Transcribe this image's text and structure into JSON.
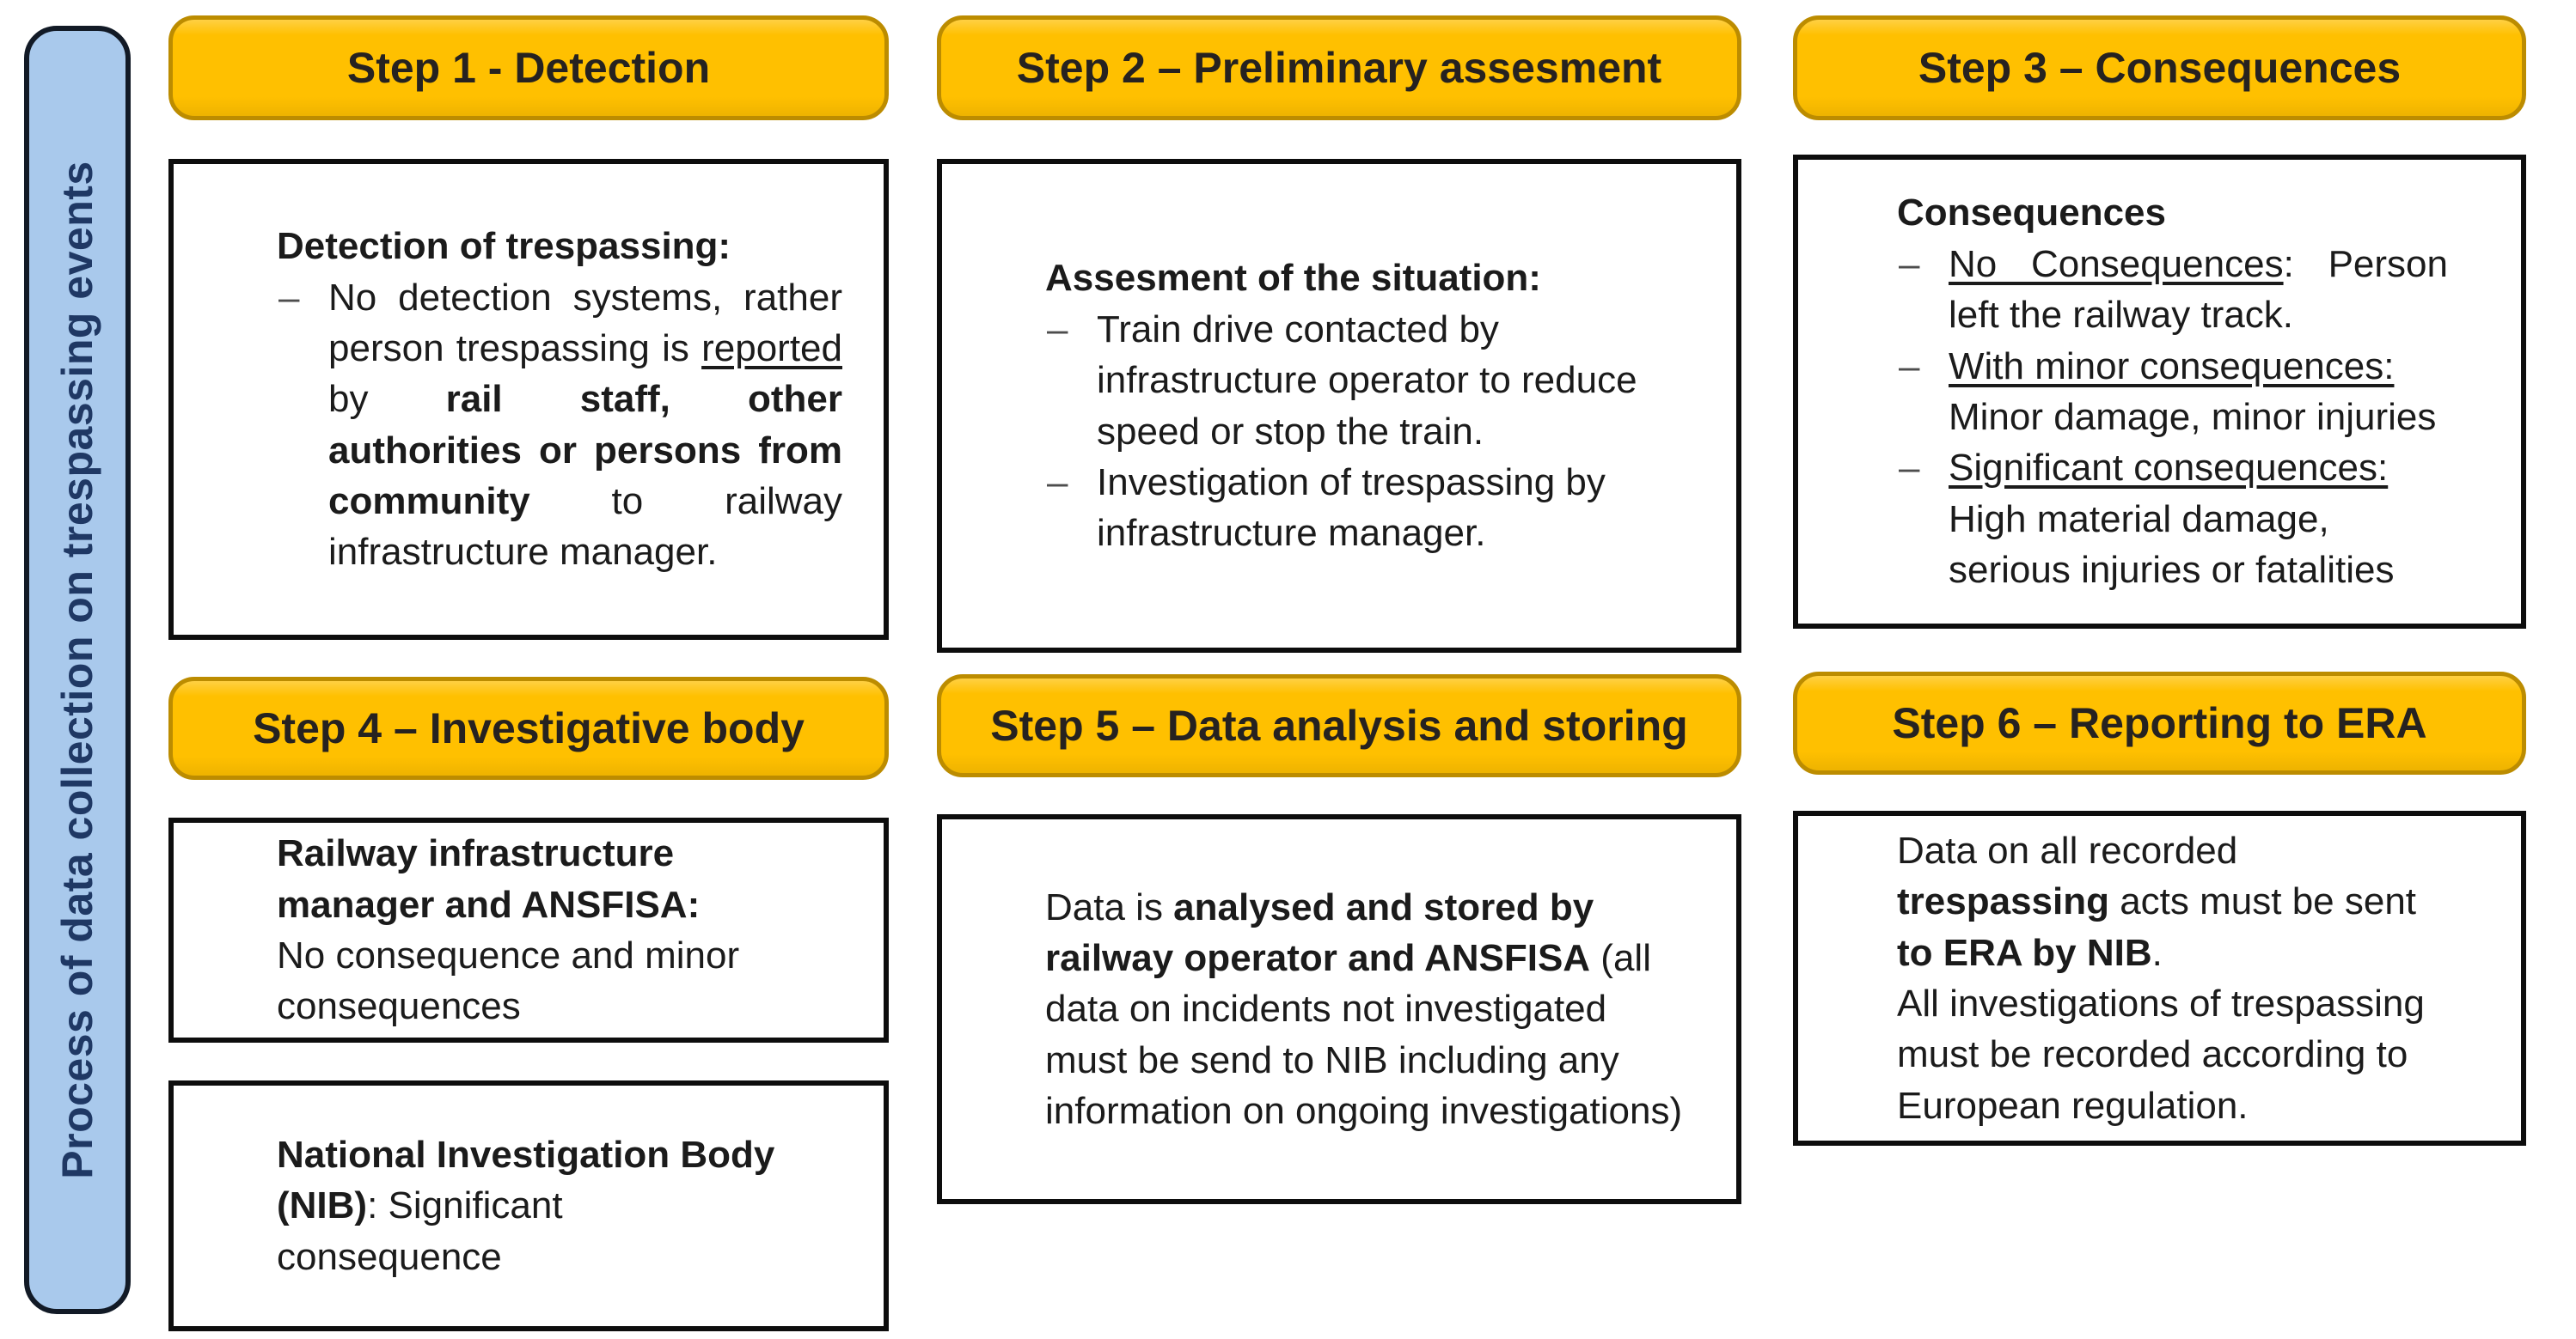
{
  "ui": {
    "bullet_char": "–"
  },
  "palette": {
    "page_bg": "#FFFFFF",
    "header_fill": "#FFC000",
    "header_border": "#BC8C00",
    "header_text": "#262220",
    "sidebar_fill": "#A9C9EC",
    "sidebar_border": "#121A26",
    "sidebar_text": "#1F3864",
    "box_border": "#0D0D0D",
    "text_color": "#1B1B1B",
    "dash_color": "#4D4D4D"
  },
  "sidebar": {
    "label": "Process of data collection on trespassing events"
  },
  "steps": [
    {
      "header": "Step 1 - Detection",
      "boxes": [
        {
          "heading": "Detection of trespassing:",
          "bullets": [
            {
              "runs": [
                {
                  "t": "No detection systems, rather person trespassing is "
                },
                {
                  "t": "reported",
                  "u": true
                },
                {
                  "t": " by "
                },
                {
                  "t": "rail staff, other authorities or persons from community",
                  "b": true
                },
                {
                  "t": " to railway infrastructure manager."
                }
              ]
            }
          ]
        }
      ]
    },
    {
      "header": "Step 2 – Preliminary assesment",
      "boxes": [
        {
          "heading": "Assesment of the situation:",
          "bullets": [
            {
              "runs": [
                {
                  "t": "Train drive contacted by infrastructure operator to reduce speed or stop the train."
                }
              ]
            },
            {
              "runs": [
                {
                  "t": "Investigation of trespassing by infrastructure manager."
                }
              ]
            }
          ]
        }
      ]
    },
    {
      "header": "Step 3 – Consequences",
      "boxes": [
        {
          "heading": "Consequences",
          "bullets": [
            {
              "runs": [
                {
                  "t": "No Consequences",
                  "u": true
                },
                {
                  "t": ": Person left the railway track."
                }
              ]
            },
            {
              "runs": [
                {
                  "t": "With minor consequences:",
                  "u": true
                },
                {
                  "br": true
                },
                {
                  "t": "Minor damage, minor injuries"
                }
              ]
            },
            {
              "runs": [
                {
                  "t": "Significant consequences:",
                  "u": true
                },
                {
                  "t": " High material damage, serious injuries or fatalities"
                }
              ]
            }
          ]
        }
      ]
    },
    {
      "header": "Step 4 – Investigative body",
      "boxes": [
        {
          "paragraphs": [
            {
              "runs": [
                {
                  "t": "Railway infrastructure manager and ANSFISA:",
                  "b": true
                },
                {
                  "br": true
                },
                {
                  "t": "No consequence and minor consequences"
                }
              ]
            }
          ]
        },
        {
          "paragraphs": [
            {
              "runs": [
                {
                  "t": "National Investigation Body (NIB)",
                  "b": true
                },
                {
                  "t": ": Significant"
                },
                {
                  "br": true
                },
                {
                  "t": "consequence"
                }
              ]
            }
          ]
        }
      ]
    },
    {
      "header": "Step 5 – Data analysis and storing",
      "boxes": [
        {
          "paragraphs": [
            {
              "runs": [
                {
                  "t": "Data is "
                },
                {
                  "t": "analysed and stored by railway operator and ANSFISA",
                  "b": true
                },
                {
                  "t": " (all data on incidents not investigated must be send to NIB including any information on ongoing investigations)"
                }
              ]
            }
          ]
        }
      ]
    },
    {
      "header": "Step 6 – Reporting to ERA",
      "boxes": [
        {
          "paragraphs": [
            {
              "runs": [
                {
                  "t": "Data on all recorded "
                },
                {
                  "t": "trespassing",
                  "b": true
                },
                {
                  "t": " acts must be sent "
                },
                {
                  "t": "to ERA by NIB",
                  "b": true
                },
                {
                  "t": "."
                },
                {
                  "br": true
                },
                {
                  "t": "All investigations of trespassing must be recorded according to European regulation."
                }
              ]
            }
          ]
        }
      ]
    }
  ]
}
